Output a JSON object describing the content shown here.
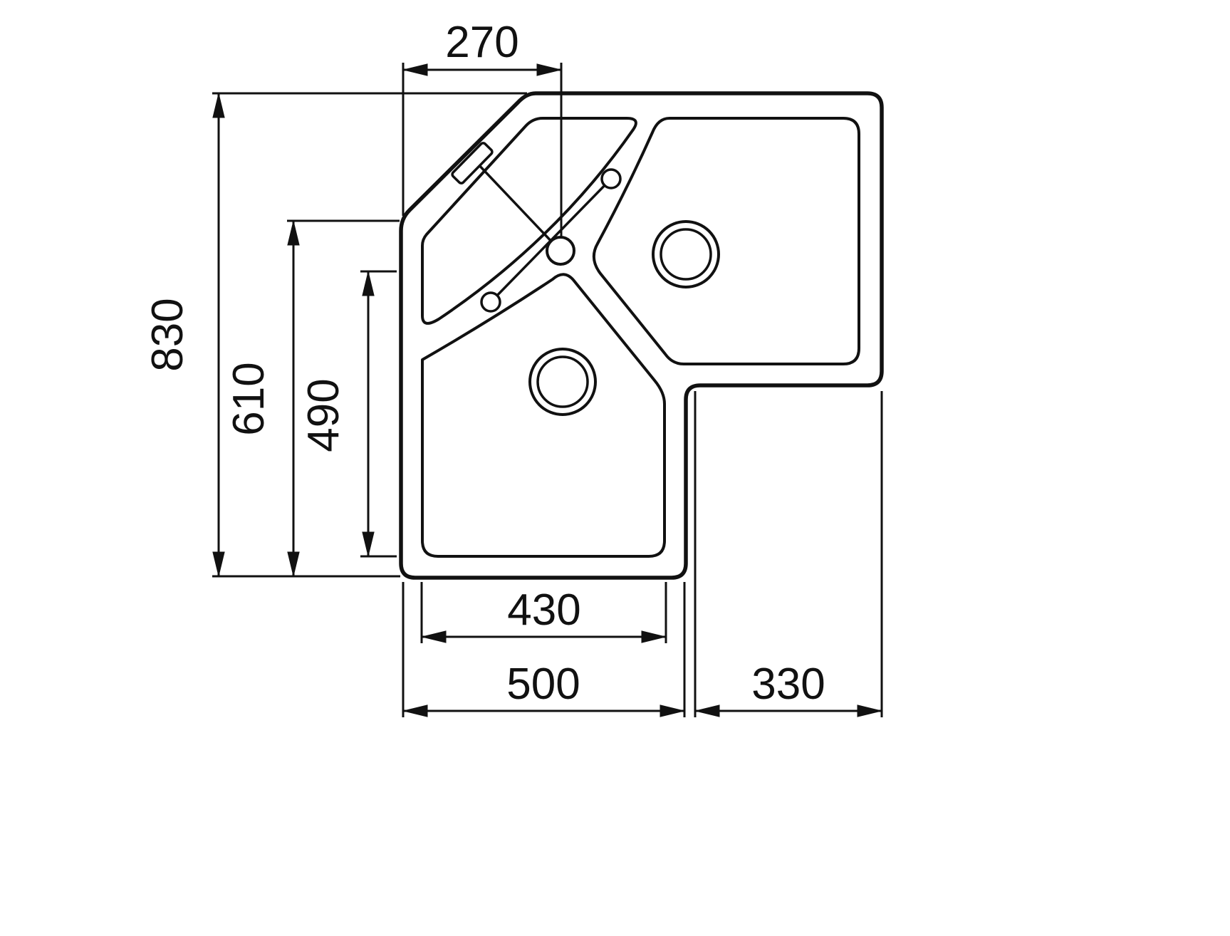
{
  "drawing": {
    "subject": "corner-sink-top-view-dimension-drawing",
    "background": "#ffffff",
    "line_color": "#111111",
    "labels": {
      "width_top": "270",
      "height_overall": "830",
      "height_left": "610",
      "height_bowl": "490",
      "width_bowl": "430",
      "width_bottom_left": "500",
      "width_bottom_right": "330"
    }
  }
}
